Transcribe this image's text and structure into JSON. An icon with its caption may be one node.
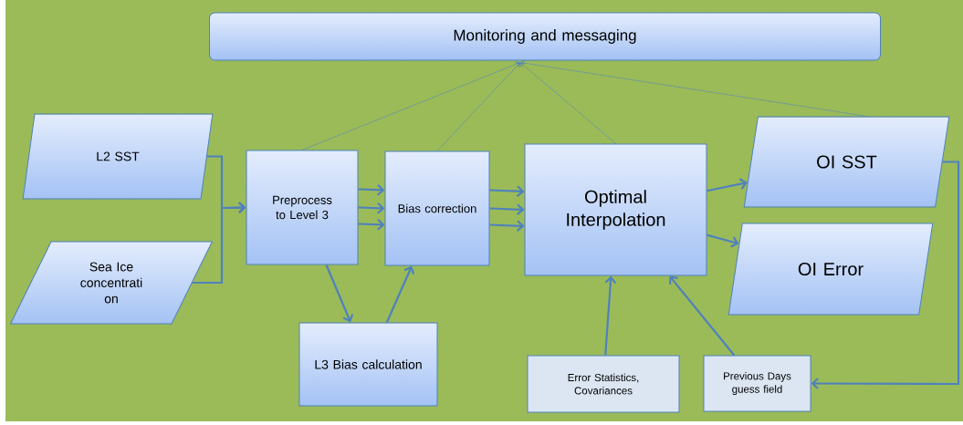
{
  "diagram": {
    "nodes": [
      {
        "text": [
          "Monitoring and messaging"
        ]
      },
      {
        "text": [
          "L2 SST"
        ]
      },
      {
        "text": [
          "Sea Ice concentrati on"
        ]
      },
      {
        "text": [
          "Preprocess to Level 3"
        ]
      },
      {
        "text": [
          "Bias correction"
        ]
      },
      {
        "text": [
          "Optimal Interpolation"
        ]
      },
      {
        "text": [
          "OI SST"
        ]
      },
      {
        "text": [
          "OI Error"
        ]
      },
      {
        "text": [
          "L3 Bias calculation"
        ]
      },
      {
        "text": [
          "Error Statistics, Covariances"
        ]
      },
      {
        "text": [
          "Previous Days guess field"
        ]
      }
    ],
    "edges": [
      {
        "from": 1,
        "to": 3,
        "arrow": "to"
      },
      {
        "from": 2,
        "to": 3,
        "arrow": "to"
      },
      {
        "from": 3,
        "to": 4,
        "arrow": "to"
      },
      {
        "from": 3,
        "to": 4,
        "arrow": "to"
      },
      {
        "from": 3,
        "to": 4,
        "arrow": "to"
      },
      {
        "from": 4,
        "to": 5,
        "arrow": "to"
      },
      {
        "from": 4,
        "to": 5,
        "arrow": "to"
      },
      {
        "from": 4,
        "to": 5,
        "arrow": "to"
      },
      {
        "from": 3,
        "to": 8,
        "arrow": "to"
      },
      {
        "from": 8,
        "to": 4,
        "arrow": "to"
      },
      {
        "from": 5,
        "to": 6,
        "arrow": "to"
      },
      {
        "from": 5,
        "to": 7,
        "arrow": "to"
      },
      {
        "from": 9,
        "to": 5,
        "arrow": "to"
      },
      {
        "from": 10,
        "to": 5,
        "arrow": "to"
      },
      {
        "from": 6,
        "to": 10,
        "arrow": "to"
      },
      {
        "from": 3,
        "to": 0,
        "arrow": "to",
        "style": "dashed"
      },
      {
        "from": 4,
        "to": 0,
        "arrow": "to",
        "style": "dashed"
      },
      {
        "from": 5,
        "to": 0,
        "arrow": "to",
        "style": "dashed"
      },
      {
        "from": 6,
        "to": 0,
        "arrow": "to",
        "style": "dashed"
      }
    ]
  }
}
